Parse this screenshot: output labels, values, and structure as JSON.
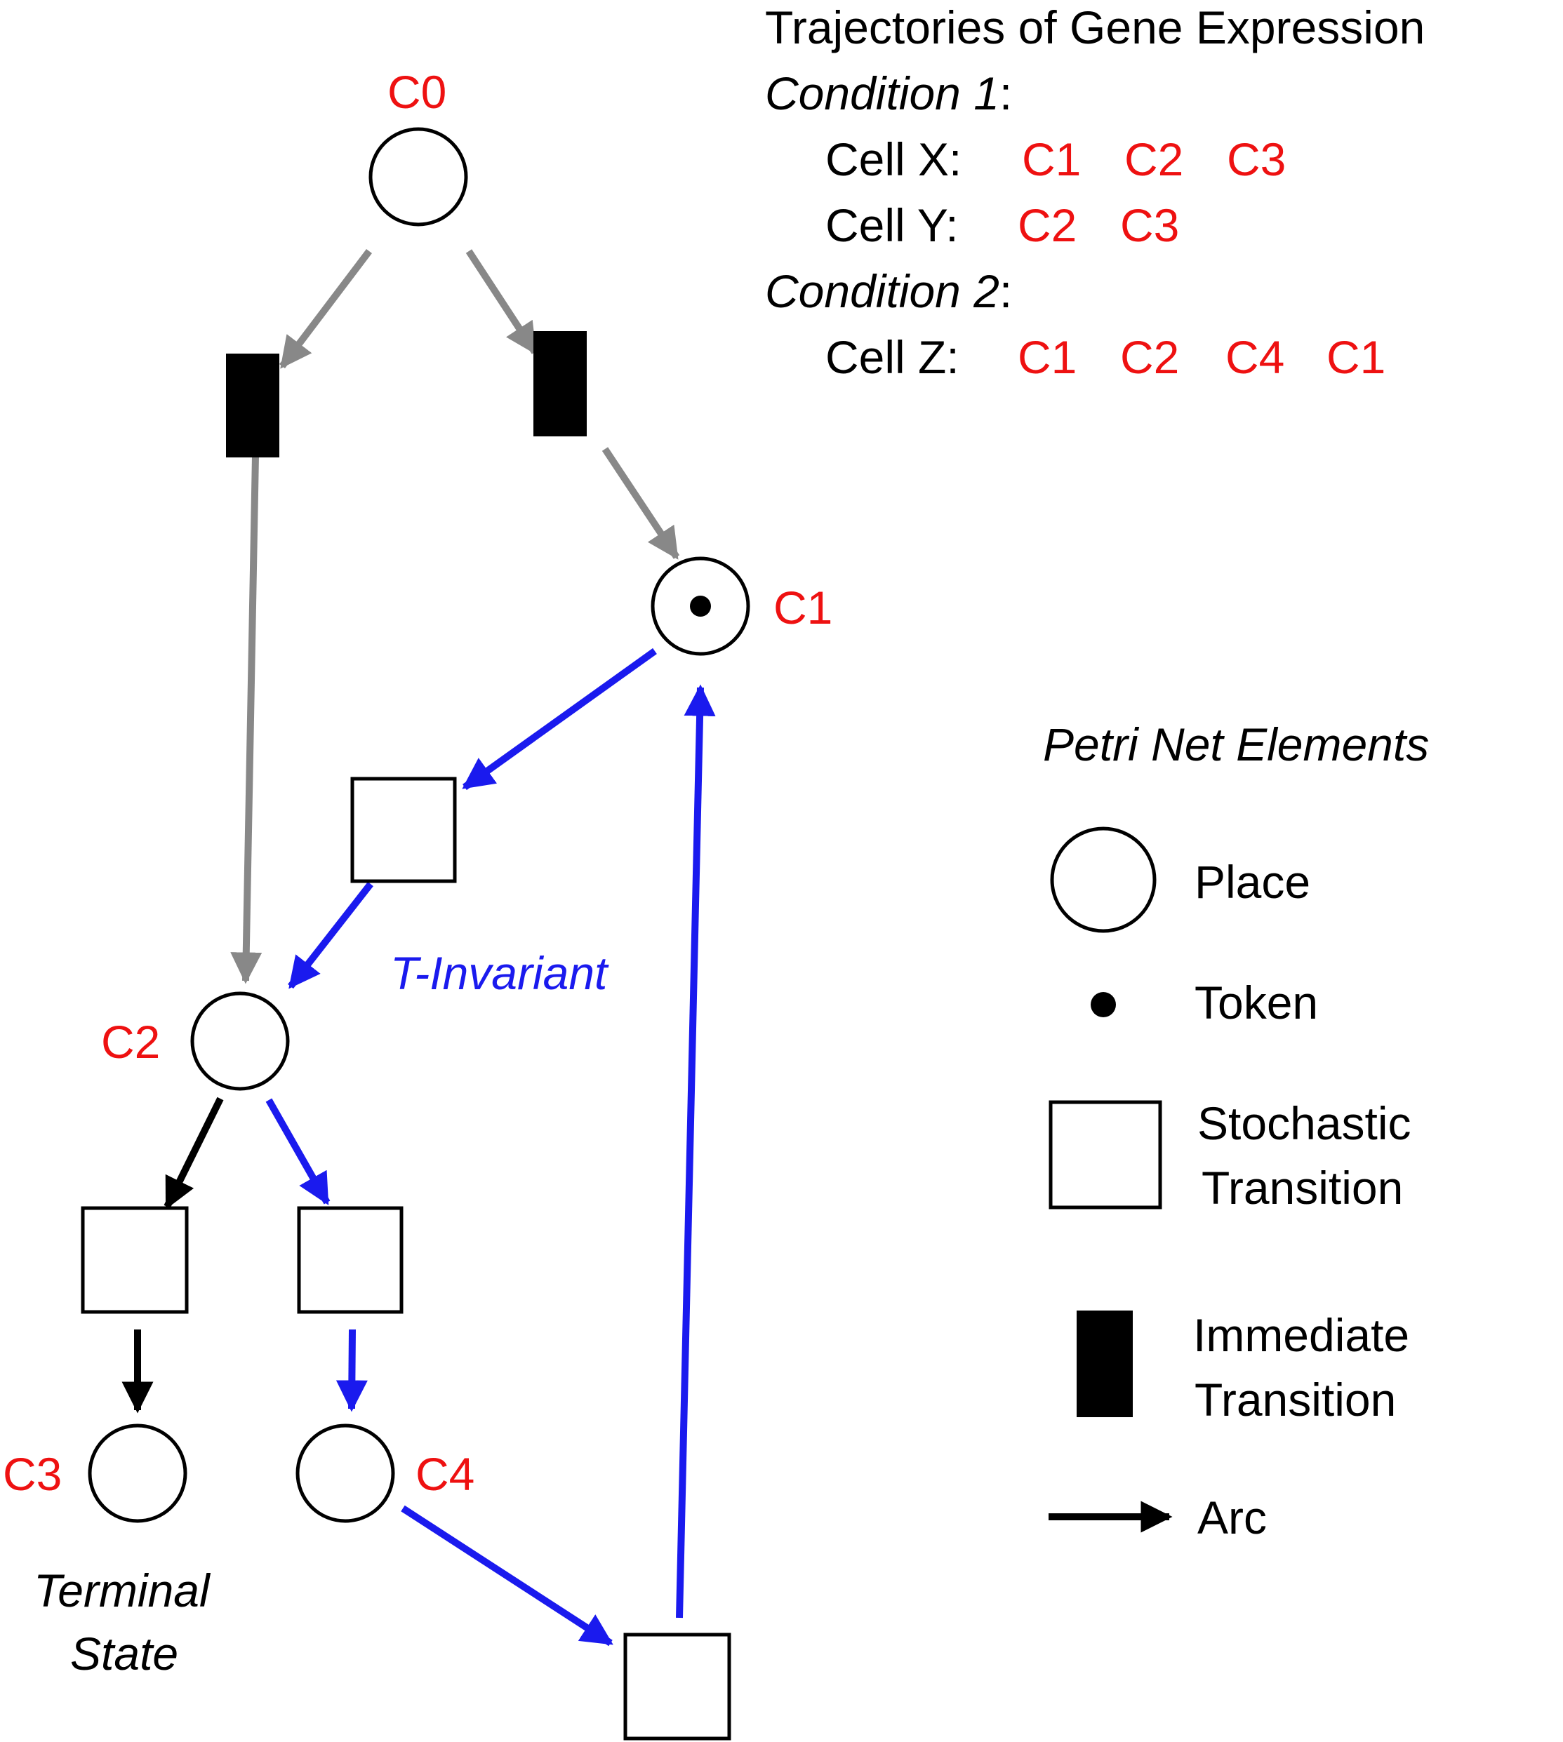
{
  "trajectories": {
    "title": "Trajectories of Gene Expression",
    "condition1": {
      "label": "Condition 1",
      "colon": ":"
    },
    "cellX": {
      "label": "Cell X:",
      "states": [
        "C1",
        "C2",
        "C3"
      ]
    },
    "cellY": {
      "label": "Cell Y:",
      "states": [
        "C2",
        "C3"
      ]
    },
    "condition2": {
      "label": "Condition 2",
      "colon": ":"
    },
    "cellZ": {
      "label": "Cell Z:",
      "states": [
        "C1",
        "C2",
        "C4",
        "C1"
      ]
    }
  },
  "places": {
    "c0": "C0",
    "c1": "C1",
    "c2": "C2",
    "c3": "C3",
    "c4": "C4"
  },
  "annotations": {
    "t_invariant": "T-Invariant",
    "terminal_line1": "Terminal",
    "terminal_line2": "State"
  },
  "legend": {
    "title": "Petri Net Elements",
    "place": "Place",
    "token": "Token",
    "stochastic_line1": "Stochastic",
    "stochastic_line2": "Transition",
    "immediate_line1": "Immediate",
    "immediate_line2": "Transition",
    "arc": "Arc"
  },
  "colors": {
    "state_label": "#ee1111",
    "cycle_arc": "#1a1aee",
    "immediate_arc": "#888888",
    "normal_arc": "#000000"
  }
}
